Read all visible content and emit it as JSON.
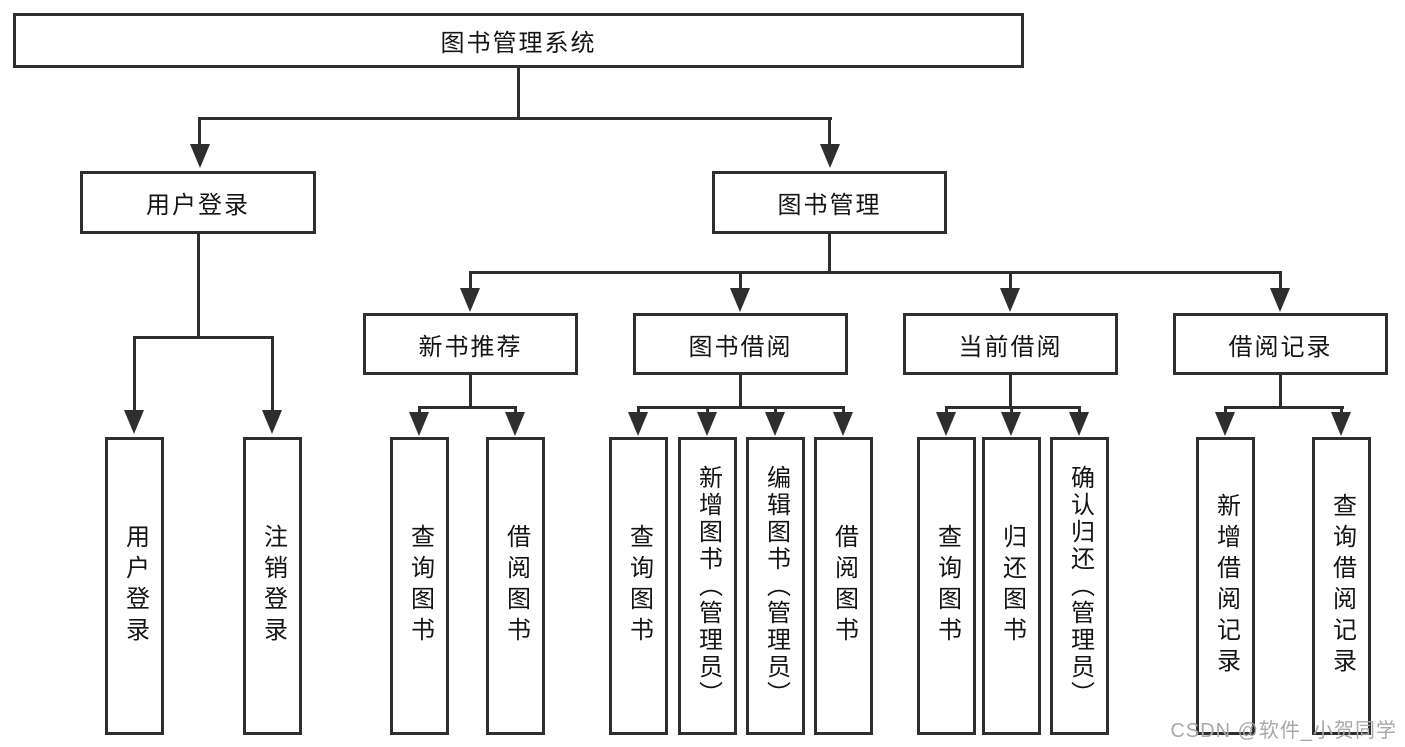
{
  "diagram": {
    "type": "tree",
    "root": {
      "label": "图书管理系统",
      "children": [
        {
          "label": "用户登录",
          "children": [
            {
              "label": "用户登录"
            },
            {
              "label": "注销登录"
            }
          ]
        },
        {
          "label": "图书管理",
          "children": [
            {
              "label": "新书推荐",
              "children": [
                {
                  "label": "查询图书"
                },
                {
                  "label": "借阅图书"
                }
              ]
            },
            {
              "label": "图书借阅",
              "children": [
                {
                  "label": "查询图书"
                },
                {
                  "label": "新增图书（管理员）"
                },
                {
                  "label": "编辑图书（管理员）"
                },
                {
                  "label": "借阅图书"
                }
              ]
            },
            {
              "label": "当前借阅",
              "children": [
                {
                  "label": "查询图书"
                },
                {
                  "label": "归还图书"
                },
                {
                  "label": "确认归还（管理员）"
                }
              ]
            },
            {
              "label": "借阅记录",
              "children": [
                {
                  "label": "新增借阅记录"
                },
                {
                  "label": "查询借阅记录"
                }
              ]
            }
          ]
        }
      ]
    },
    "style": {
      "line_color": "#2e2e2e",
      "background": "#ffffff",
      "text_color": "#141414"
    }
  },
  "watermark": {
    "text": "CSDN @软件_小贺同学",
    "color": "#a8a8a8"
  }
}
